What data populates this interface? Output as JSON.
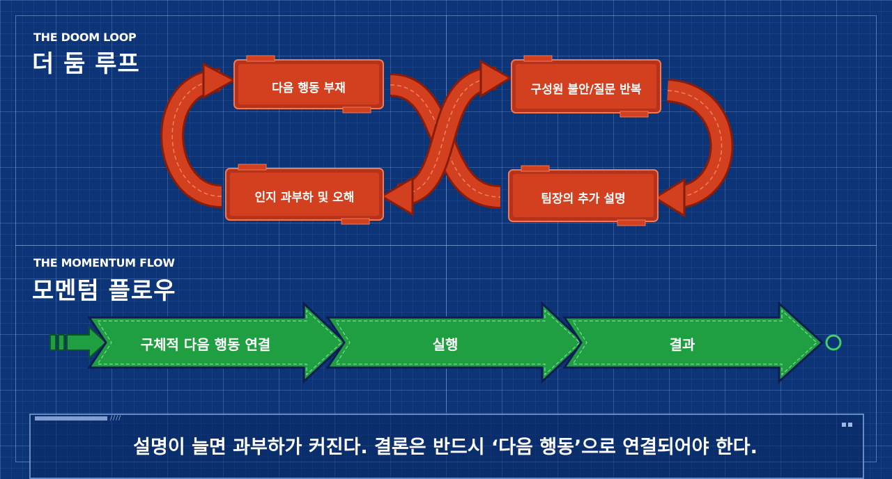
{
  "doom_loop": {
    "subtitle": "THE DOOM LOOP",
    "title": "더 둠 루프",
    "nodes": {
      "top_left": "다음 행동 부재",
      "top_right": "구성원 불안/질문 반복",
      "bottom_right": "팀장의 추가 설명",
      "bottom_left": "인지 과부하 및 오해"
    },
    "color": "#d2401f"
  },
  "momentum_flow": {
    "subtitle": "THE MOMENTUM FLOW",
    "title": "모멘텀 플로우",
    "steps": [
      "구체적 다음 행동 연결",
      "실행",
      "결과"
    ],
    "color": "#1f9f42"
  },
  "bottom": {
    "message": "설명이 늘면 과부하가 커진다. 결론은 반드시 ‘다음 행동’으로 연결되어야 한다."
  }
}
